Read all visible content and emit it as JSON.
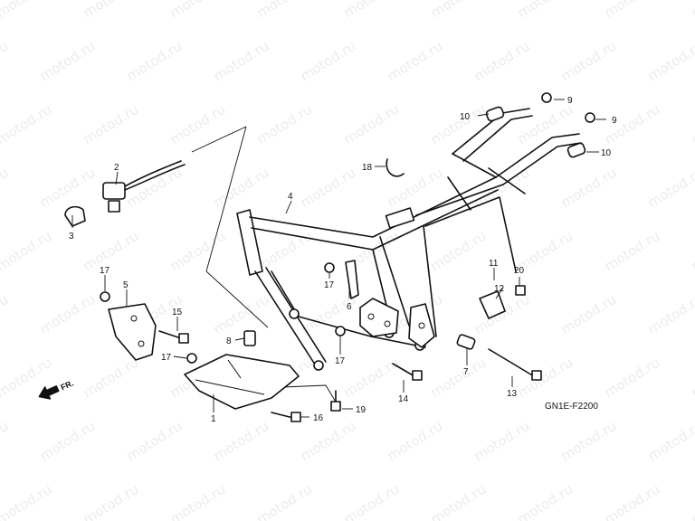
{
  "watermark": "motod.ru",
  "diagram_code": "GN1E-F2200",
  "direction_label": "FR.",
  "callouts": {
    "c1": "1",
    "c2": "2",
    "c3": "3",
    "c4": "4",
    "c5": "5",
    "c6": "6",
    "c7": "7",
    "c8": "8",
    "c9a": "9",
    "c9b": "9",
    "c10a": "10",
    "c10b": "10",
    "c11": "11",
    "c12": "12",
    "c13": "13",
    "c14": "14",
    "c15": "15",
    "c16": "16",
    "c17a": "17",
    "c17b": "17",
    "c17c": "17",
    "c17d": "17",
    "c18": "18",
    "c19": "19",
    "c20": "20"
  }
}
